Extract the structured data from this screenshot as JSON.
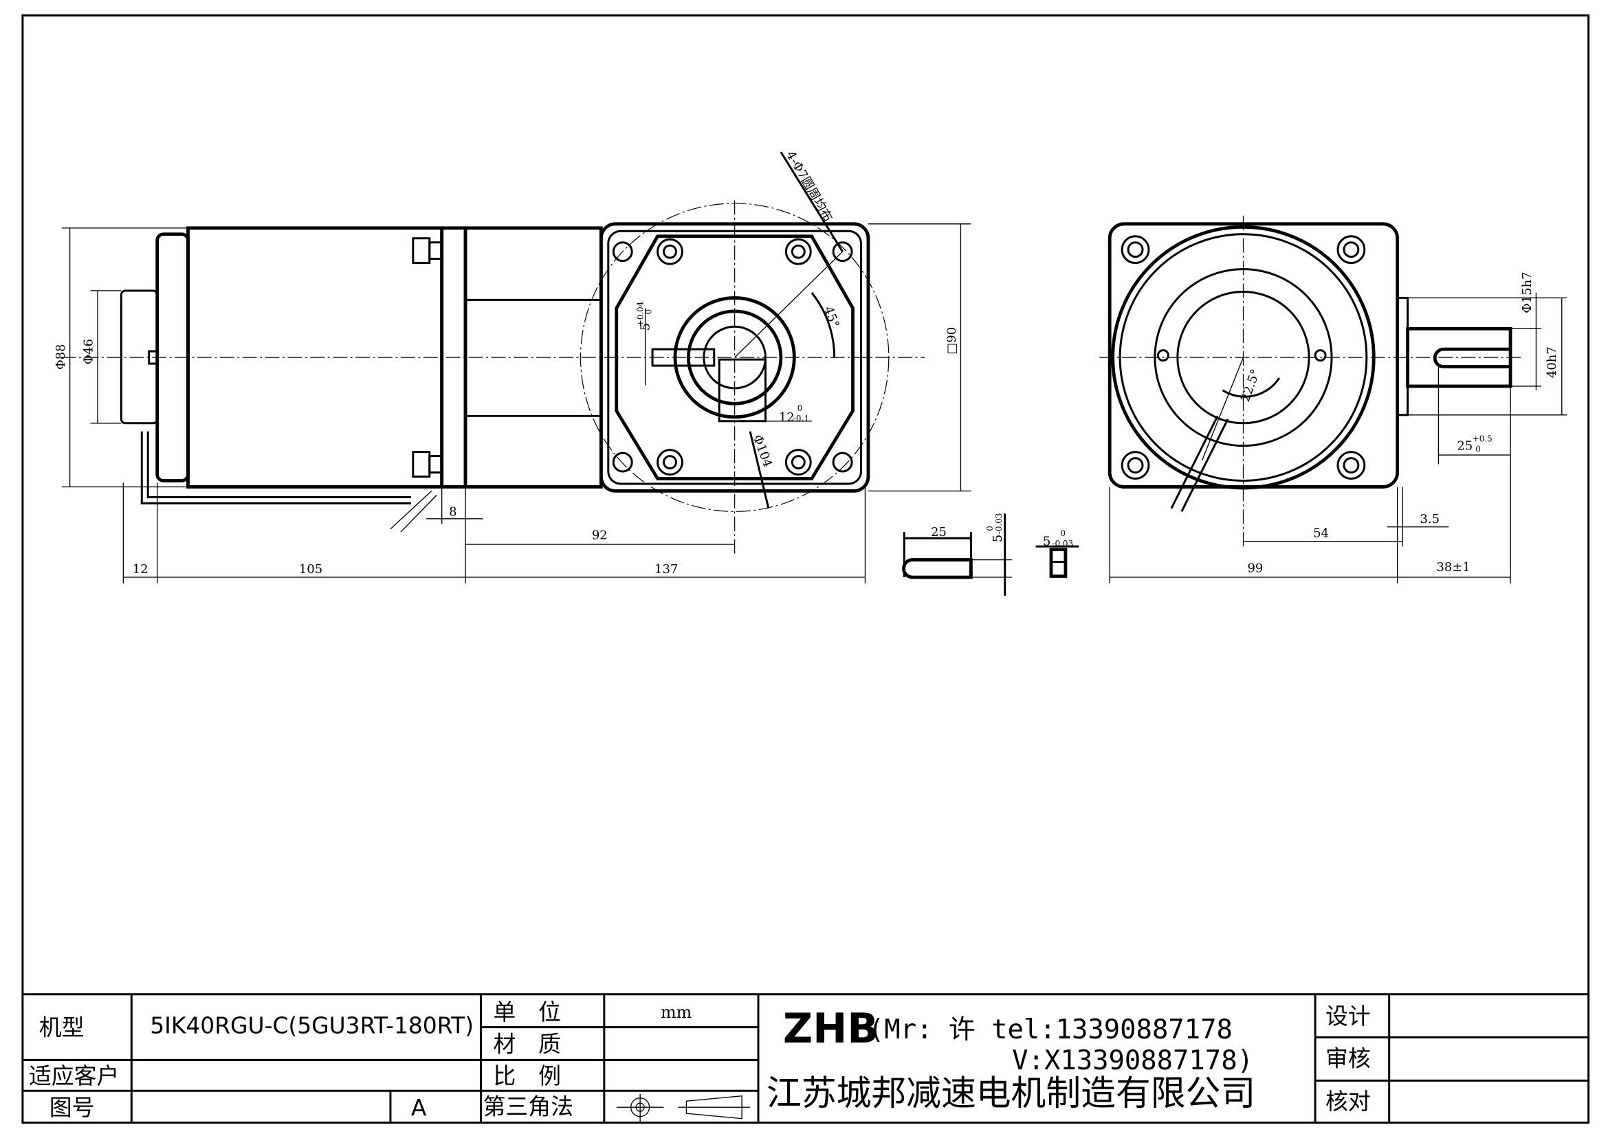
{
  "drawing": {
    "hole_note": "4-Φ7圆周均布",
    "dims": {
      "phi88": "Φ88",
      "phi46": "Φ46",
      "d12": "12",
      "d105": "105",
      "d137": "137",
      "d92": "92",
      "d8": "8",
      "sq90": "□90",
      "phi104": "Φ104",
      "angle45": "45°",
      "key_w": "5",
      "key_w_tol": "+0.04",
      "key_w_tol2": "0",
      "key_depth": "12",
      "key_depth_up": "0",
      "key_depth_lo": "-0.1",
      "key_len": "25",
      "key_h": "5",
      "key_h_up": "0",
      "key_h_lo": "-0.03",
      "key_t": "5",
      "key_t_up": "0",
      "key_t_lo": "-0.03",
      "angle22": "22.5°",
      "phi15h7": "Φ15h7",
      "d40h7": "40h7",
      "shaft25": "25",
      "shaft25_up": "+0.5",
      "shaft25_lo": "0",
      "d3_5": "3.5",
      "d54": "54",
      "d99": "99",
      "d38": "38±1"
    }
  },
  "title_block": {
    "model_label": "机型",
    "model_value": "5IK40RGU-C(5GU3RT-180RT)",
    "customer_label": "适应客户",
    "drawing_no_label": "图号",
    "revision": "A",
    "unit_label": "单　位",
    "unit_value": "mm",
    "material_label": "材　质",
    "scale_label": "比　例",
    "projection_label": "第三角法",
    "brand": "ZHB",
    "contact_line1": "(Mr: 许 tel:13390887178",
    "contact_line2": "V:X13390887178)",
    "company": "江苏城邦减速电机制造有限公司",
    "design_label": "设计",
    "review_label": "审核",
    "check_label": "核对"
  }
}
